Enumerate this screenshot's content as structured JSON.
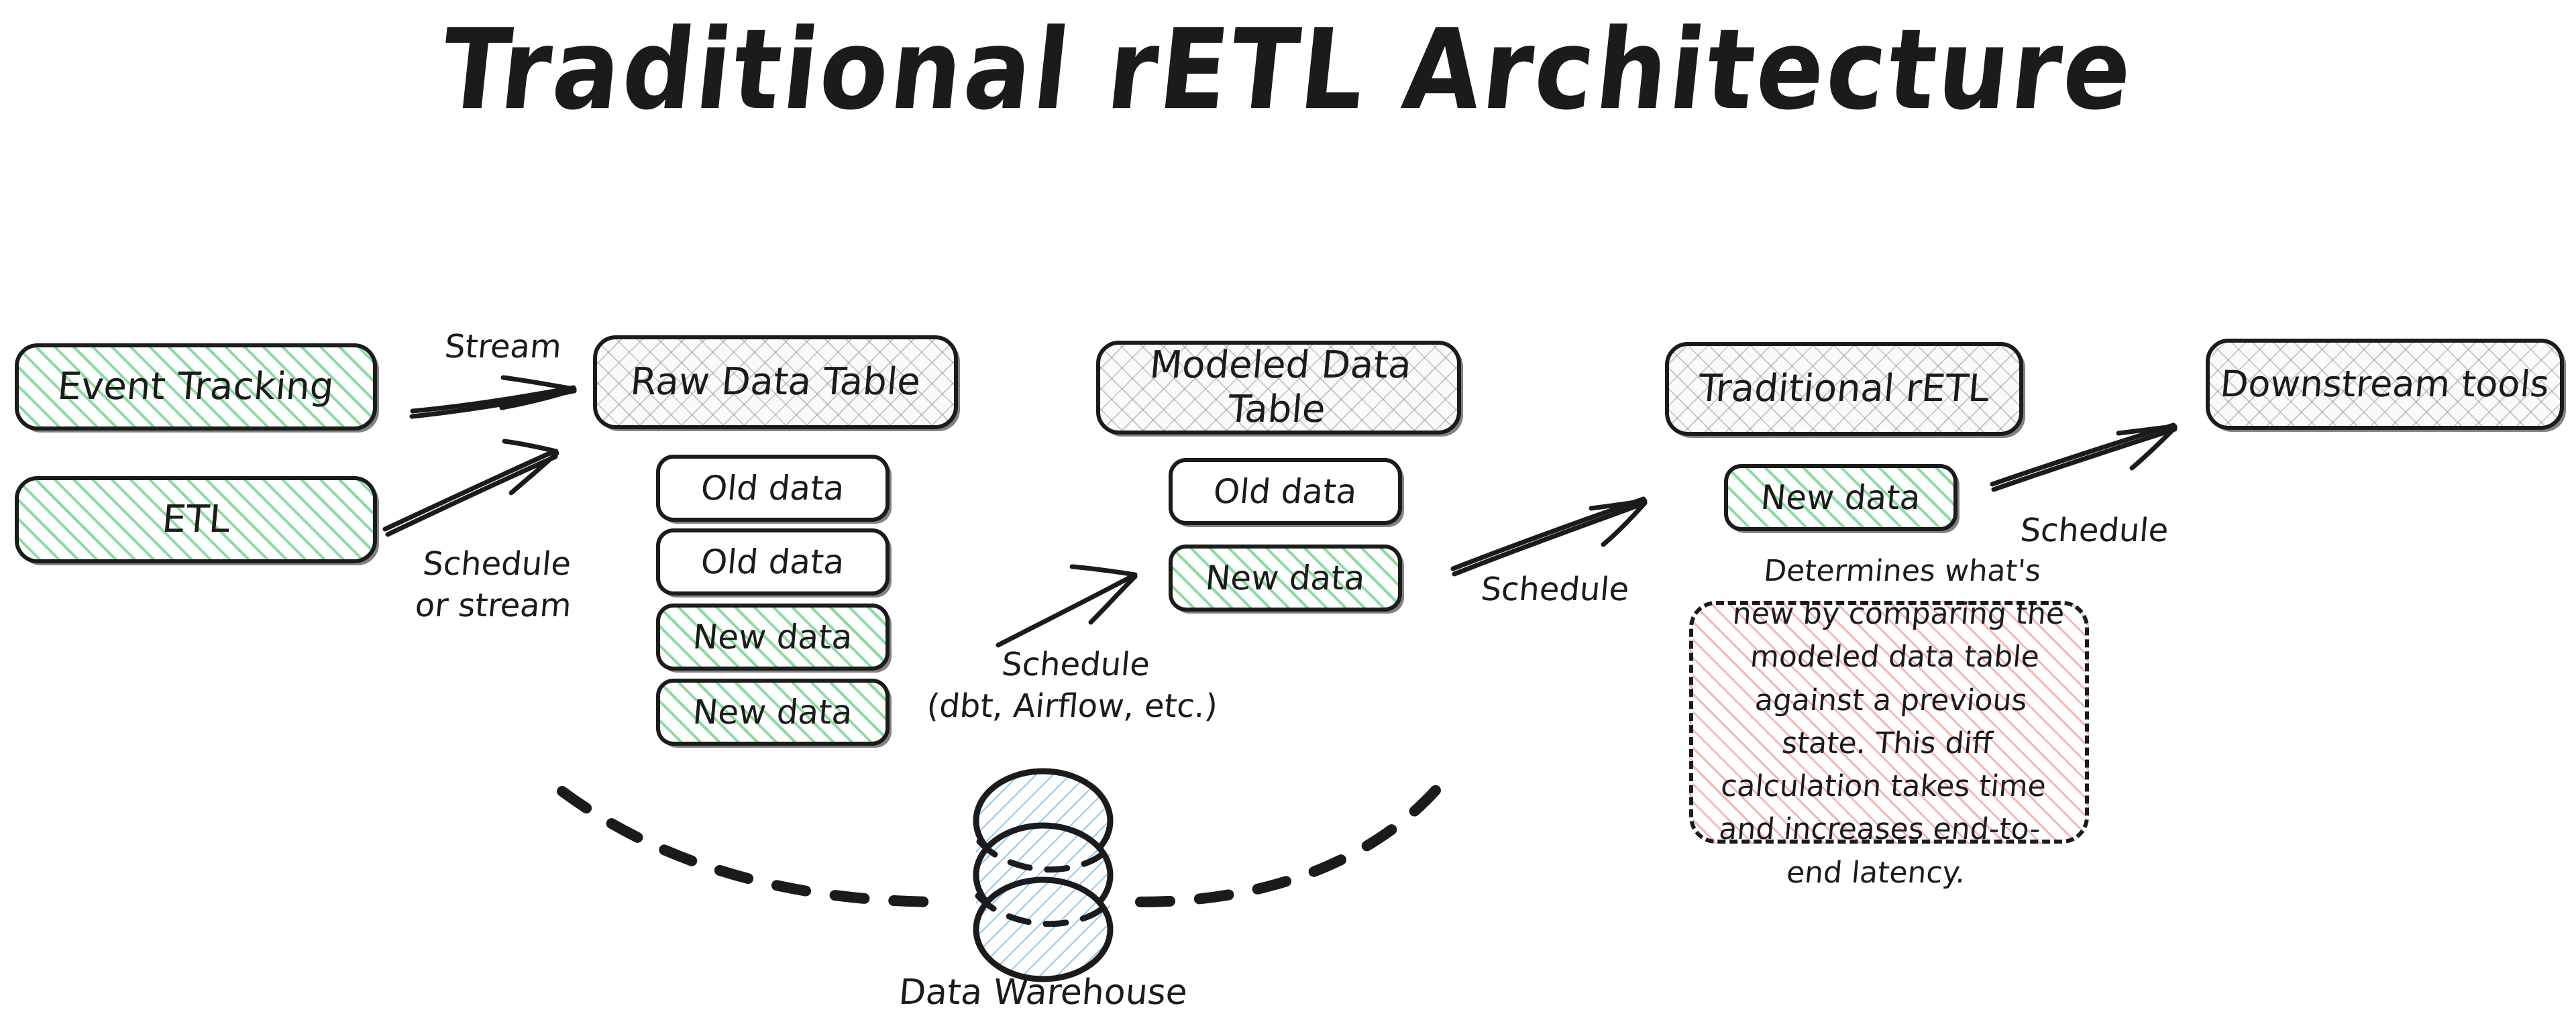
{
  "title": "Traditional rETL Architecture",
  "colors": {
    "stroke": "#1b1b1b",
    "green_hatch": "#8adca0",
    "grid_hatch": "#82828c",
    "pink_hatch": "#f3b6b6",
    "warehouse_hatch": "#8fc7ef",
    "background": "#ffffff"
  },
  "sources": {
    "event_tracking": {
      "label": "Event Tracking",
      "fill": "green-hatch"
    },
    "etl": {
      "label": "ETL",
      "fill": "green-hatch"
    }
  },
  "columns": [
    {
      "id": "raw-data-table",
      "header": {
        "label": "Raw Data Table",
        "fill": "grid-hatch"
      },
      "rows": [
        {
          "label": "Old data",
          "fill": "plain"
        },
        {
          "label": "Old data",
          "fill": "plain"
        },
        {
          "label": "New data",
          "fill": "green-hatch"
        },
        {
          "label": "New data",
          "fill": "green-hatch"
        }
      ]
    },
    {
      "id": "modeled-data-table",
      "header": {
        "label": "Modeled Data Table",
        "fill": "grid-hatch"
      },
      "rows": [
        {
          "label": "Old data",
          "fill": "plain"
        },
        {
          "label": "New data",
          "fill": "green-hatch"
        }
      ]
    },
    {
      "id": "traditional-retl",
      "header": {
        "label": "Traditional rETL",
        "fill": "grid-hatch"
      },
      "rows": [
        {
          "label": "New data",
          "fill": "green-hatch"
        }
      ]
    },
    {
      "id": "downstream-tools",
      "header": {
        "label": "Downstream tools",
        "fill": "grid-hatch"
      },
      "rows": []
    }
  ],
  "edges": [
    {
      "id": "stream",
      "label": "Stream"
    },
    {
      "id": "schedule-or-stream",
      "label": "Schedule\nor stream"
    },
    {
      "id": "schedule-dbt-airflow",
      "label": "Schedule\n(dbt, Airflow, etc.)"
    },
    {
      "id": "schedule-to-retl",
      "label": "Schedule"
    },
    {
      "id": "schedule-to-downstream",
      "label": "Schedule"
    }
  ],
  "note": {
    "text": "Determines what's new by comparing the modeled data table against a previous state. This diff calculation takes time and increases end-to-end latency."
  },
  "warehouse": {
    "label": "Data Warehouse"
  }
}
